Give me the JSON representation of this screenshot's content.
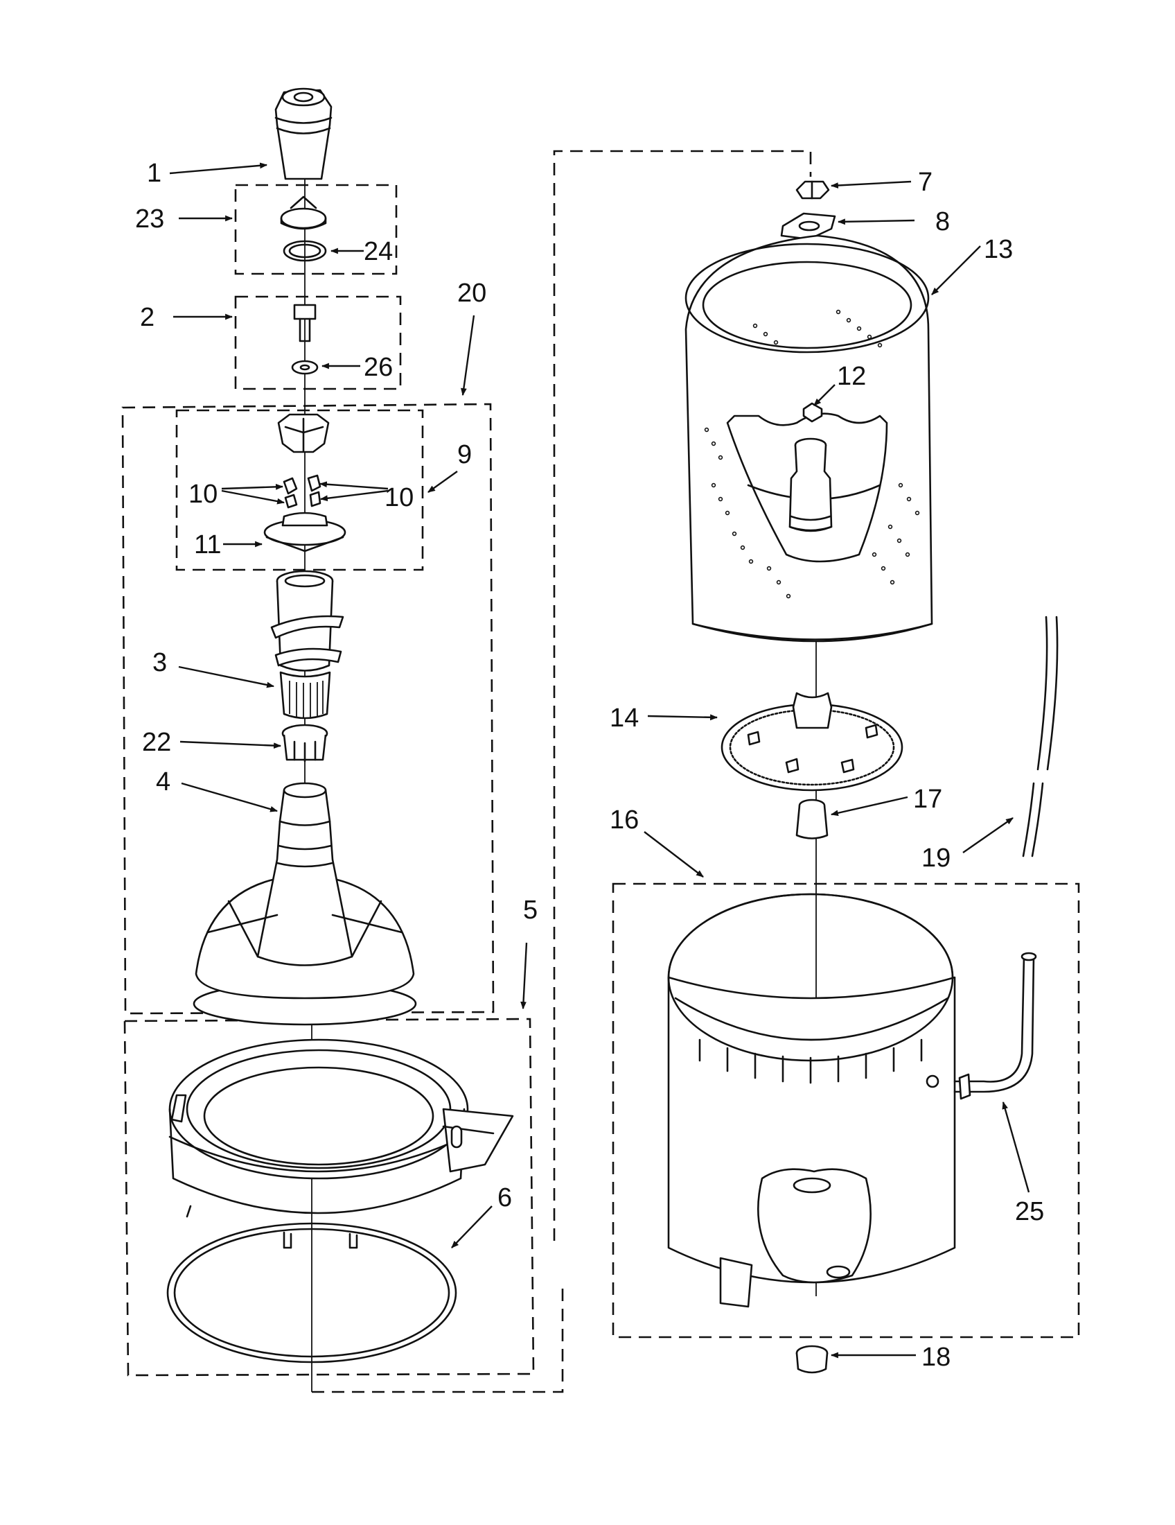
{
  "callouts": [
    {
      "id": "1",
      "label": "1"
    },
    {
      "id": "2",
      "label": "2"
    },
    {
      "id": "3",
      "label": "3"
    },
    {
      "id": "4",
      "label": "4"
    },
    {
      "id": "5",
      "label": "5"
    },
    {
      "id": "6",
      "label": "6"
    },
    {
      "id": "7",
      "label": "7"
    },
    {
      "id": "8",
      "label": "8"
    },
    {
      "id": "9",
      "label": "9"
    },
    {
      "id": "10a",
      "label": "10"
    },
    {
      "id": "10b",
      "label": "10"
    },
    {
      "id": "11",
      "label": "11"
    },
    {
      "id": "12",
      "label": "12"
    },
    {
      "id": "13",
      "label": "13"
    },
    {
      "id": "14",
      "label": "14"
    },
    {
      "id": "16",
      "label": "16"
    },
    {
      "id": "17",
      "label": "17"
    },
    {
      "id": "18",
      "label": "18"
    },
    {
      "id": "19",
      "label": "19"
    },
    {
      "id": "20",
      "label": "20"
    },
    {
      "id": "22",
      "label": "22"
    },
    {
      "id": "23",
      "label": "23"
    },
    {
      "id": "24",
      "label": "24"
    },
    {
      "id": "25",
      "label": "25"
    },
    {
      "id": "26",
      "label": "26"
    }
  ]
}
